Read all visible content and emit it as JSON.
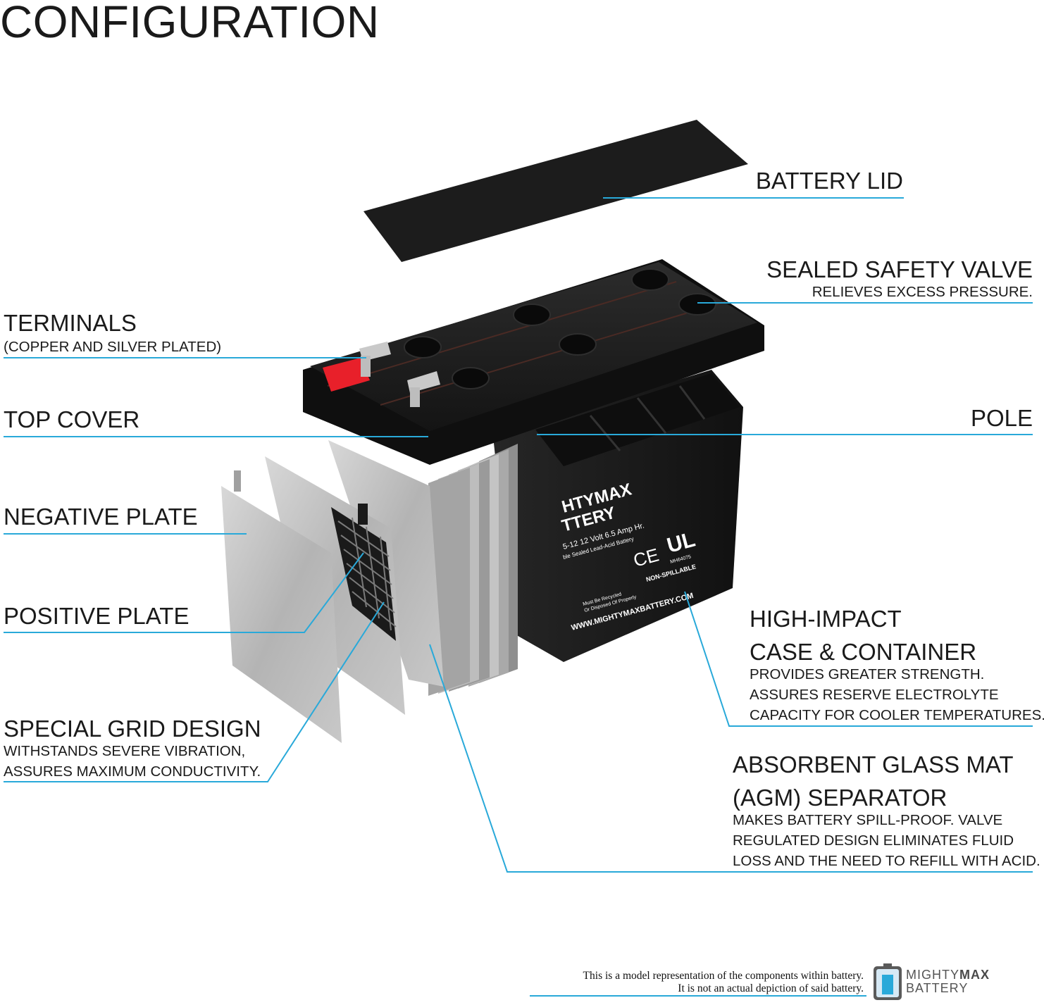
{
  "title": "CONFIGURATION",
  "labels": {
    "battery_lid": "BATTERY LID",
    "safety_valve": "SEALED SAFETY VALVE",
    "safety_valve_sub": "RELIEVES EXCESS PRESSURE.",
    "terminals": "TERMINALS",
    "terminals_sub": "(COPPER AND SILVER PLATED)",
    "top_cover": "TOP COVER",
    "pole": "POLE",
    "negative_plate": "NEGATIVE PLATE",
    "positive_plate": "POSITIVE PLATE",
    "grid_design": "SPECIAL GRID DESIGN",
    "grid_design_sub": [
      "WITHSTANDS SEVERE VIBRATION,",
      "ASSURES MAXIMUM CONDUCTIVITY."
    ],
    "case": [
      "HIGH-IMPACT",
      "CASE & CONTAINER"
    ],
    "case_sub": [
      "PROVIDES GREATER STRENGTH.",
      "ASSURES RESERVE ELECTROLYTE",
      "CAPACITY FOR COOLER TEMPERATURES."
    ],
    "agm": [
      "ABSORBENT GLASS MAT",
      "(AGM) SEPARATOR"
    ],
    "agm_sub": [
      "MAKES BATTERY SPILL-PROOF. VALVE",
      "REGULATED DESIGN ELIMINATES FLUID",
      "LOSS AND THE NEED TO REFILL WITH ACID."
    ]
  },
  "battery_print": {
    "brand_line1": "HTYMAX",
    "brand_line2": "TTERY",
    "model": "5-12 12 Volt 6.5 Amp Hr.",
    "type": "ble Sealed Lead-Acid Battery",
    "cert_ce": "CE",
    "cert_ul": "UL",
    "cert_code": "MH64075",
    "non_spillable": "NON-SPILLABLE",
    "website": "WWW.MIGHTYMAXBATTERY.COM",
    "recycle": [
      "Must Be Recycled",
      "Or Disposed Of Properly"
    ]
  },
  "footer": {
    "note": [
      "This is a model representation of the components within battery.",
      "It is not an actual depiction of said battery."
    ],
    "brand_line1_a": "MIGHTY",
    "brand_line1_b": "MAX",
    "brand_line2": "BATTERY"
  },
  "colors": {
    "leader": "#29a9d9",
    "body": "#1b1b1b",
    "plate": "#b8b8b8",
    "terminal_red": "#e8202a",
    "text": "#1a1a1a"
  }
}
